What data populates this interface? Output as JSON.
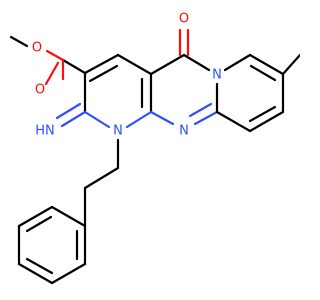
{
  "molecule": {
    "colors": {
      "bond": "#000000",
      "oxygen": "#ff0d0d",
      "nitrogen": "#3050f8",
      "background": "#ffffff"
    },
    "atoms": {
      "ester_o_single": "O",
      "ester_o_double": "O",
      "ketone_o": "O",
      "imine_n": "HN",
      "ring_n_1": "N",
      "ring_n_2": "N",
      "ring_n_3": "N"
    }
  }
}
